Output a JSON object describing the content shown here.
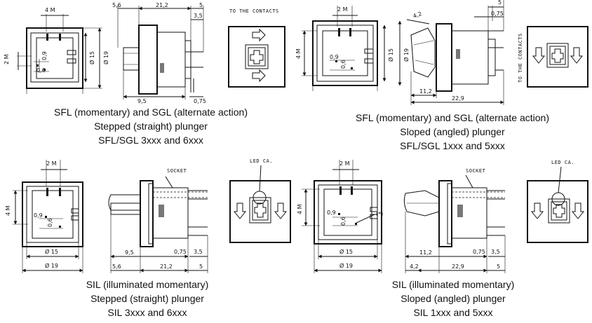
{
  "dims": {
    "d4m": "4 M",
    "d2m": "2 M",
    "d09": "0,9",
    "d06": "0,6",
    "d15": "Ø 15",
    "d19": "Ø 19",
    "d56": "5,6",
    "d212": "21,2",
    "d5": "5",
    "d35": "3,5",
    "d95": "9,5",
    "d075": "0,75",
    "d42": "4,2",
    "d229": "22,9",
    "d112": "11,2",
    "note1": "(*)"
  },
  "labels": {
    "contacts": "TO THE CONTACTS",
    "socket": "SOCKET",
    "led": "LED CA."
  },
  "captions": {
    "tl": {
      "line1": "SFL (momentary) and SGL (alternate action)",
      "line2": "Stepped (straight) plunger",
      "line3": "SFL/SGL 3xxx and 6xxx"
    },
    "tr": {
      "line1": "SFL (momentary) and SGL (alternate action)",
      "line2": "Sloped (angled) plunger",
      "line3": "SFL/SGL 1xxx and 5xxx"
    },
    "bl": {
      "line1": "SIL (illuminated momentary)",
      "line2": "Stepped (straight) plunger",
      "line3": "SIL 3xxx and 6xxx"
    },
    "br": {
      "line1": "SIL (illuminated momentary)",
      "line2": "Sloped (angled) plunger",
      "line3": "SIL 1xxx and 5xxx"
    }
  }
}
